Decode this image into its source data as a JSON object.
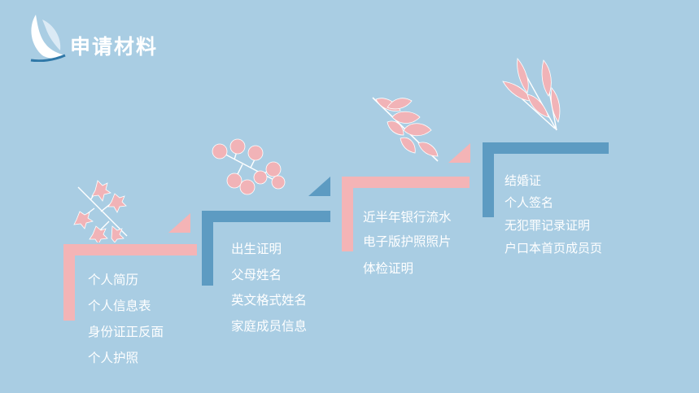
{
  "header": {
    "title": "申请材料"
  },
  "steps": [
    {
      "items": [
        "个人简历",
        "个人信息表",
        "身份证正反面",
        "个人护照"
      ]
    },
    {
      "items": [
        "出生证明",
        "父母姓名",
        "英文格式姓名",
        "家庭成员信息"
      ]
    },
    {
      "items": [
        "近半年银行流水",
        "电子版护照照片",
        "体检证明"
      ]
    },
    {
      "items": [
        "结婚证",
        "个人签名",
        "无犯罪记录证明",
        "户口本首页成员页"
      ]
    }
  ],
  "colors": {
    "background": "#a9cde3",
    "pink": "#f4b4b6",
    "blue": "#5d9bc2",
    "text": "#ffffff"
  },
  "icons": [
    "leaf-logo-icon",
    "leaf-decoration-icon"
  ]
}
